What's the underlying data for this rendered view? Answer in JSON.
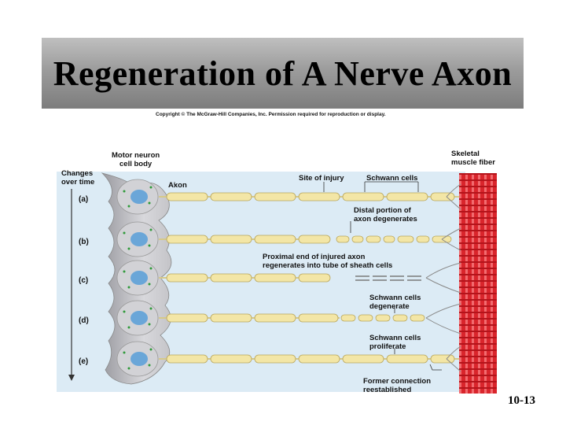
{
  "title": "Regeneration of A Nerve Axon",
  "copyright": "Copyright © The McGraw-Hill Companies, Inc. Permission required for reproduction or display.",
  "slide_number": "10-13",
  "diagram": {
    "labels": {
      "motor_neuron": [
        "Motor neuron",
        "cell body"
      ],
      "skeletal_muscle": [
        "Skeletal",
        "muscle fiber"
      ],
      "changes_over_time": [
        "Changes",
        "over time"
      ],
      "axon": "Axon",
      "site_of_injury": "Site of injury",
      "schwann_cells": "Schwann cells",
      "distal_portion": [
        "Distal portion of",
        "axon degenerates"
      ],
      "proximal_end": [
        "Proximal end of injured axon",
        "regenerates into tube of sheath cells"
      ],
      "schwann_degenerate": [
        "Schwann cells",
        "degenerate"
      ],
      "schwann_proliferate": [
        "Schwann cells",
        "proliferate"
      ],
      "former_connection": [
        "Former connection",
        "reestablished"
      ]
    },
    "stages": [
      "(a)",
      "(b)",
      "(c)",
      "(d)",
      "(e)"
    ],
    "colors": {
      "background": "#dcebf5",
      "muscle": "#d9252c",
      "schwann": "#f3e6a6",
      "neuron": "#c8c8cc",
      "nucleus": "#6aa6d8",
      "granules": "#2f9a3a"
    }
  }
}
